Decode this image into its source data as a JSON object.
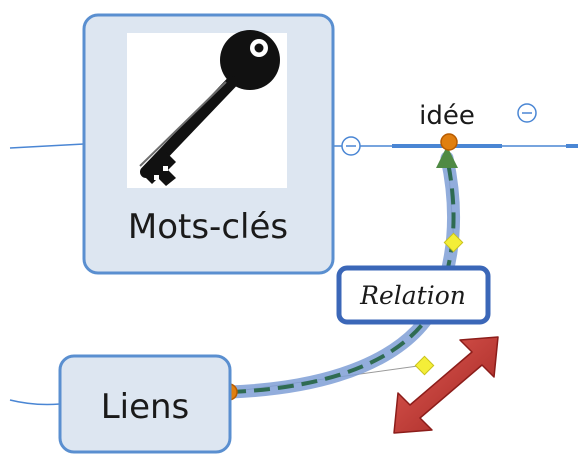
{
  "topics": {
    "keywords": {
      "label": "Mots-clés",
      "image": "key-icon"
    },
    "idea": {
      "label": "idée"
    },
    "links": {
      "label": "Liens"
    }
  },
  "relation": {
    "label": "Relation"
  },
  "colors": {
    "topic_fill": "#dde6f1",
    "topic_border": "#5a8fd0",
    "branch_line": "#4a86d4",
    "relation_line": "#2f6b52",
    "relation_halo": "#7f9fd6",
    "handle_fill": "#f4ee38",
    "endpoint_fill": "#e07f10",
    "arrow_red": "#c43b35"
  },
  "icons": {
    "collapse_left": "collapse-minus-icon",
    "collapse_right": "collapse-minus-icon",
    "resize": "diagonal-resize-arrow-icon"
  }
}
